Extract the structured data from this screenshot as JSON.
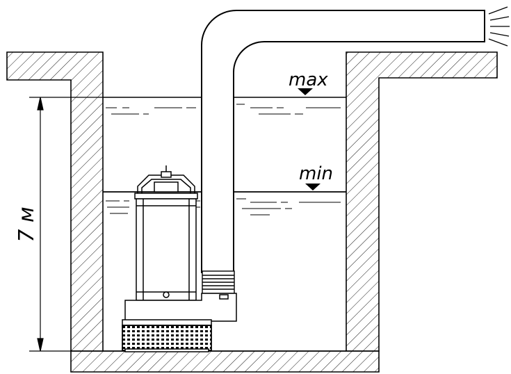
{
  "labels": {
    "max_level": "max",
    "min_level": "min",
    "depth": "7 м"
  },
  "colors": {
    "line": "#000000",
    "background": "#ffffff"
  }
}
